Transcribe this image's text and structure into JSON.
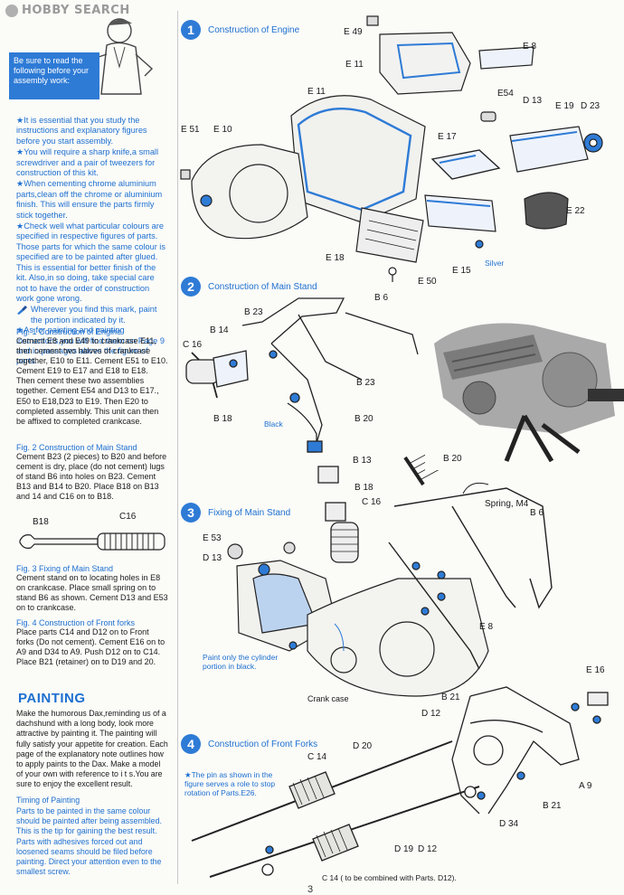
{
  "watermark": {
    "text": "HOBBY SEARCH"
  },
  "notice": {
    "text": "Be sure to read the following before your assembly work:"
  },
  "intro": [
    "★It is essential that you study the instructions and explanatory figures before you start assembly.",
    "★You will require a sharp knife,a small screwdriver and a pair of tweezers for construction of this kit.",
    "★When cementing chrome aluminium parts,clean off the chrome or aluminium finish. This will ensure the parts firmly stick together.",
    "★Check well what particular colours are specified in respective figures of parts. Those parts for which the same colour is specified are to be painted after glued. This is essential for better finish of the kit. Also,in so doing, take special care not to have the order of construction work gone wrong.",
    "Wherever you find this mark, paint the portion indicated by it.",
    "★As for painting and painting instructions,you will find them on Page 9 and in passages above the figure of parts."
  ],
  "fig1": {
    "heading": "Fig. 1  Construction of Engine",
    "body": "Cement E8 and E49 to crankcase E11, then cement two halves of crankcase together, E10 to E11. Cement E51 to E10. Cement E19 to E17 and E18 to E18. Then cement these two assemblies together. Cement E54 and D13 to E17., E50 to E18,D23 to E19. Then E20 to completed assembly. This unit can then be affixed to completed crankcase."
  },
  "fig2": {
    "heading": "Fig. 2  Construction of Main Stand",
    "body": "Cement B23 (2 pieces) to B20 and before cement is dry, place (do not cement) lugs of stand B6 into holes on B23. Cement B13 and B14 to B20. Place B18 on B13 and 14 and C16 on to B18."
  },
  "mini_part": {
    "label1": "B18",
    "label2": "C16"
  },
  "fig3": {
    "heading": "Fig. 3  Fixing of Main Stand",
    "body": "Cement stand on to locating holes in E8 on crankcase. Place small spring on to stand B6 as shown. Cement D13 and E53 on to crankcase."
  },
  "fig4": {
    "heading": "Fig. 4  Construction of Front forks",
    "body": "Place parts C14 and D12 on to Front forks (Do not cement). Cement E16 on to A9 and D34 to A9. Push D12 on to C14. Place B21 (retainer) on to D19 and 20."
  },
  "painting": {
    "title": "PAINTING",
    "body": "Make the humorous Dax,reminding us of a dachshund with a long body, look more attractive by painting it. The painting will fully satisfy your appetite for creation. Each page of the explanatory note outlines how to apply paints to the Dax. Make a model of your own with reference to i t s.You are sure to enjoy the excellent result.",
    "timing_heading": "Timing of Painting",
    "timing_body": "Parts to be painted in the same colour should be painted after being assembled. This is the tip for gaining the best result. Parts with adhesives forced out and loosened seams should be filed before painting. Direct your attention even to the smallest screw."
  },
  "steps": [
    {
      "num": "1",
      "title": "Construction of Engine"
    },
    {
      "num": "2",
      "title": "Construction of Main Stand"
    },
    {
      "num": "3",
      "title": "Fixing of Main Stand"
    },
    {
      "num": "4",
      "title": "Construction of Front Forks"
    }
  ],
  "labels": {
    "e49": "E 49",
    "e8": "E 8",
    "e11a": "E 11",
    "e11b": "E 11",
    "e54": "E54",
    "d13a": "D 13",
    "e19": "E 19",
    "d23": "D 23",
    "e51": "E 51",
    "e10": "E 10",
    "e17": "E 17",
    "e22": "E 22",
    "e18": "E 18",
    "e15": "E 15",
    "silver": "Silver",
    "e50": "E 50",
    "b6a": "B 6",
    "b23a": "B 23",
    "b14": "B 14",
    "c16a": "C 16",
    "b23b": "B 23",
    "black": "Black",
    "b18a": "B 18",
    "b20a": "B 20",
    "b13": "B 13",
    "b18b": "B 18",
    "c16b": "C 16",
    "b20b": "B 20",
    "spring": "Spring, M4",
    "b6b": "B 6",
    "e53": "E 53",
    "d13b": "D 13",
    "e8b": "E 8",
    "paintnote": "Paint only the cylinder portion in black.",
    "crank": "Crank case",
    "e16": "E 16",
    "b21a": "B 21",
    "d12a": "D 12",
    "d20": "D 20",
    "c14a": "C 14",
    "a9": "A 9",
    "pinnote": "★The pin as shown in the figure serves a role to stop rotation of Parts.E26.",
    "b21b": "B 21",
    "d34": "D 34",
    "d19": "D 19",
    "d12b": "D 12",
    "c14note": "C 14  ( to be combined with Parts. D12)."
  },
  "page_number": "3",
  "colors": {
    "accent": "#2e7bd6",
    "text": "#1a1a1a",
    "highlight": "#1d6fd0"
  }
}
